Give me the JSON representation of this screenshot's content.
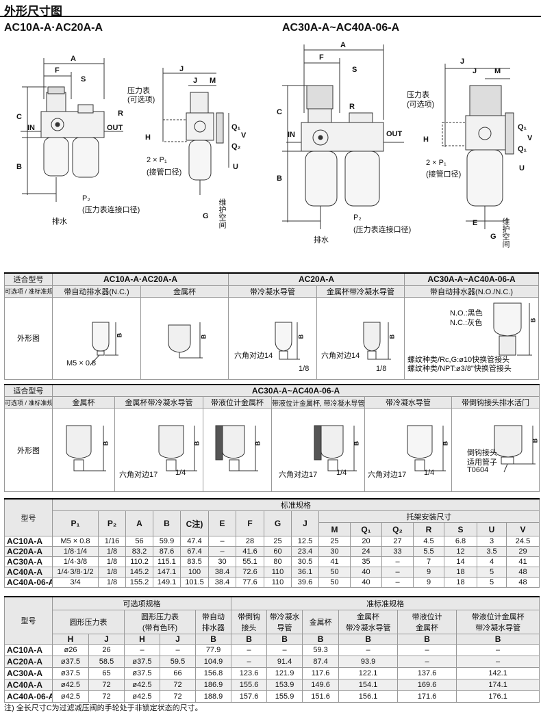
{
  "page_title": "外形尺寸图",
  "drawings": {
    "left_heading": "AC10A-A·AC20A-A",
    "right_heading": "AC30A-A~AC40A-06-A",
    "dims": {
      "A": "A",
      "F": "F",
      "S": "S",
      "C": "C",
      "R": "R",
      "B": "B",
      "J": "J",
      "M": "M",
      "H": "H",
      "Q1": "Q₁",
      "Q2": "Q₂",
      "V": "V",
      "U": "U",
      "E": "E",
      "G": "G"
    },
    "in": "IN",
    "out": "OUT",
    "gauge": "压力表",
    "gauge_opt": "(可选项)",
    "p1": "2 × P₁",
    "p1_note": "(接管口径)",
    "p2": "P₂",
    "p2_note": "(压力表连接口径)",
    "drain": "排水",
    "maint": "维护空间"
  },
  "table1": {
    "row_label_model": "适合型号",
    "row_label_opt": "可选项 / 准标准规格",
    "row_label_fig": "外形图",
    "groups": [
      "AC10A-A·AC20A-A",
      "AC20A-A",
      "AC30A-A~AC40A-06-A"
    ],
    "options": [
      "带自动排水器(N.C.)",
      "金属杯",
      "带冷凝水导管",
      "金属杯带冷凝水导管",
      "带自动排水器(N.O./N.C.)"
    ],
    "fig_labels": {
      "m5": "M5 × 0.8",
      "hex14": "六角对边14",
      "p18": "1/8",
      "no": "N.O.:黑色",
      "nc": "N.C.:灰色",
      "thread1": "螺纹种类/Rc,G:ø10快换管接头",
      "thread2": "螺纹种类/NPT:ø3/8\"快换管接头",
      "b": "B"
    }
  },
  "table2": {
    "row_label_model": "适合型号",
    "row_label_opt": "可选项 / 准标准规格",
    "row_label_fig": "外形图",
    "group": "AC30A-A~AC40A-06-A",
    "options": [
      "金属杯",
      "金属杯带冷凝水导管",
      "带液位计金属杯",
      "带液位计金属杯, 带冷凝水导管",
      "带冷凝水导管",
      "带倒钩接头排水活门"
    ],
    "fig_labels": {
      "hex17": "六角对边17",
      "p14": "1/4",
      "barb1": "倒钩接头",
      "barb2": "适用管子",
      "barb3": "T0604",
      "b": "B"
    }
  },
  "table3": {
    "model_header": "型号",
    "std_header": "标准规格",
    "bracket_header": "托架安装尺寸",
    "cols": [
      "P₁",
      "P₂",
      "A",
      "B",
      "C注)",
      "E",
      "F",
      "G",
      "J"
    ],
    "bracket_cols": [
      "M",
      "Q₁",
      "Q₂",
      "R",
      "S",
      "U",
      "V"
    ],
    "rows": [
      [
        "AC10A-A",
        "M5 × 0.8",
        "1/16",
        "56",
        "59.9",
        "47.4",
        "–",
        "28",
        "25",
        "12.5",
        "25",
        "20",
        "27",
        "4.5",
        "6.8",
        "3",
        "24.5"
      ],
      [
        "AC20A-A",
        "1/8·1/4",
        "1/8",
        "83.2",
        "87.6",
        "67.4",
        "–",
        "41.6",
        "60",
        "23.4",
        "30",
        "24",
        "33",
        "5.5",
        "12",
        "3.5",
        "29"
      ],
      [
        "AC30A-A",
        "1/4·3/8",
        "1/8",
        "110.2",
        "115.1",
        "83.5",
        "30",
        "55.1",
        "80",
        "30.5",
        "41",
        "35",
        "–",
        "7",
        "14",
        "4",
        "41"
      ],
      [
        "AC40A-A",
        "1/4·3/8·1/2",
        "1/8",
        "145.2",
        "147.1",
        "100",
        "38.4",
        "72.6",
        "110",
        "36.1",
        "50",
        "40",
        "–",
        "9",
        "18",
        "5",
        "48"
      ],
      [
        "AC40A-06-A",
        "3/4",
        "1/8",
        "155.2",
        "149.1",
        "101.5",
        "38.4",
        "77.6",
        "110",
        "39.6",
        "50",
        "40",
        "–",
        "9",
        "18",
        "5",
        "48"
      ]
    ]
  },
  "table4": {
    "model_header": "型号",
    "opt_header": "可选项规格",
    "semi_header": "准标准规格",
    "subheaders": [
      "圆形压力表",
      "圆形压力表\n(带有色环)",
      "带自动\n排水器",
      "带倒钩\n接头",
      "带冷凝水\n导管",
      "金属杯",
      "金属杯\n带冷凝水导管",
      "带液位计\n金属杯",
      "带液位计金属杯\n带冷凝水导管"
    ],
    "cols": [
      "H",
      "J",
      "H",
      "J",
      "B",
      "B",
      "B",
      "B",
      "B",
      "B",
      "B"
    ],
    "rows": [
      [
        "AC10A-A",
        "ø26",
        "26",
        "–",
        "–",
        "77.9",
        "–",
        "–",
        "59.3",
        "–",
        "–",
        "–"
      ],
      [
        "AC20A-A",
        "ø37.5",
        "58.5",
        "ø37.5",
        "59.5",
        "104.9",
        "–",
        "91.4",
        "87.4",
        "93.9",
        "–",
        "–"
      ],
      [
        "AC30A-A",
        "ø37.5",
        "65",
        "ø37.5",
        "66",
        "156.8",
        "123.6",
        "121.9",
        "117.6",
        "122.1",
        "137.6",
        "142.1"
      ],
      [
        "AC40A-A",
        "ø42.5",
        "72",
        "ø42.5",
        "72",
        "186.9",
        "155.6",
        "153.9",
        "149.6",
        "154.1",
        "169.6",
        "174.1"
      ],
      [
        "AC40A-06-A",
        "ø42.5",
        "72",
        "ø42.5",
        "72",
        "188.9",
        "157.6",
        "155.9",
        "151.6",
        "156.1",
        "171.6",
        "176.1"
      ]
    ]
  },
  "note": "注) 全长尺寸C为过滤减压阀的手轮处于非锁定状态的尺寸。"
}
